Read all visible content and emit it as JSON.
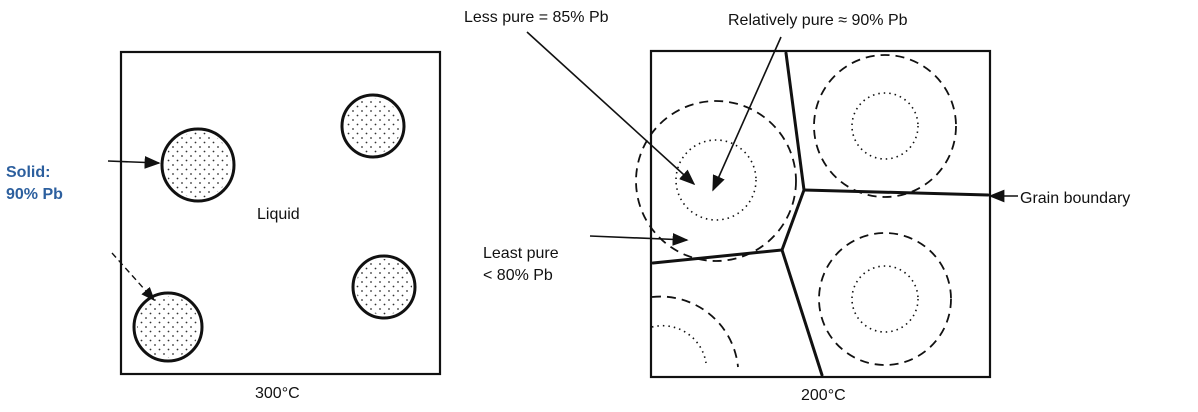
{
  "left_panel": {
    "solid_label_line1": "Solid:",
    "solid_label_line2": "90% Pb",
    "liquid_label": "Liquid",
    "temperature_label": "300°C"
  },
  "right_panel": {
    "less_pure_label": "Less pure = 85% Pb",
    "relatively_pure_label": "Relatively pure ≈ 90% Pb",
    "least_pure_line1": "Least pure",
    "least_pure_line2": "< 80% Pb",
    "grain_boundary_label": "Grain boundary",
    "temperature_label": "200°C"
  },
  "colors": {
    "ink": "#111111",
    "accent_label": "#2c5f9e"
  }
}
